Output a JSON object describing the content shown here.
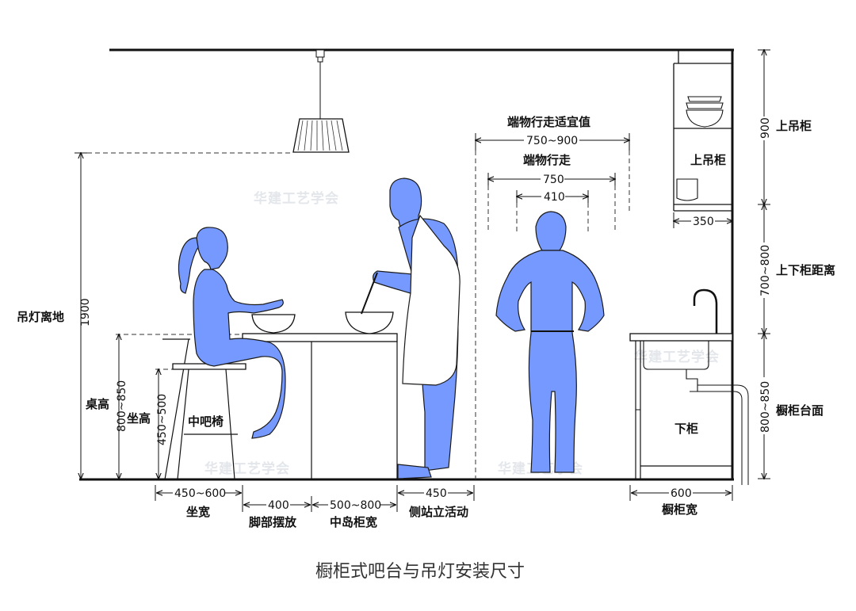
{
  "caption": "橱柜式吧台与吊灯安装尺寸",
  "watermark": "华建工艺学会",
  "colors": {
    "person": "#7599ff",
    "line": "#111111",
    "caption": "#333333"
  },
  "labels": {
    "lamp_height": "吊灯离地",
    "table_height": "桌高",
    "seat_height": "坐高",
    "chair": "中吧椅",
    "seat_width": "坐宽",
    "foot": "脚部摆放",
    "island": "中岛柜宽",
    "side_stand": "侧站立活动",
    "cabinet_width": "橱柜宽",
    "passage_ideal": "端物行走适宜值",
    "passage": "端物行走",
    "upper_cab_inner": "上吊柜",
    "upper_cab_side": "上吊柜",
    "gap": "上下柜距离",
    "counter_top": "橱柜台面",
    "lower_cab": "下柜"
  },
  "dims": {
    "lamp_height": "1900",
    "table_height": "800~850",
    "seat_height": "450~500",
    "seat_width": "450~600",
    "foot": "400",
    "island": "500~800",
    "side_stand": "450",
    "cabinet_width": "600",
    "passage_ideal": "750~900",
    "passage": "750",
    "shoulder": "410",
    "upper_cab_depth": "350",
    "upper_cab": "900",
    "gap": "700~800",
    "counter": "800~850"
  }
}
